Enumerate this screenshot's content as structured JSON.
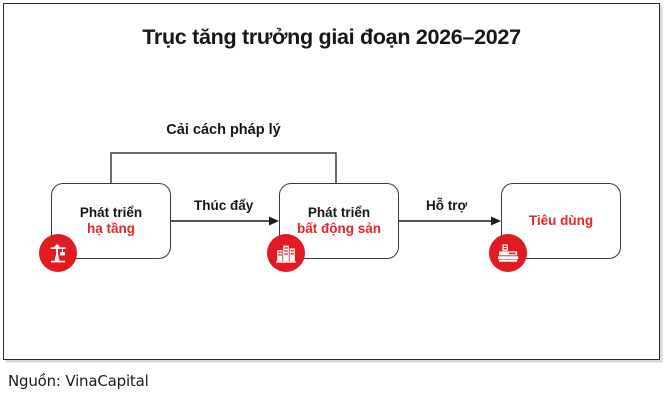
{
  "card": {
    "title": "Trục tăng trưởng giai đoạn 2026–2027",
    "source": "Nguồn: VinaCapital",
    "accent_color": "#E8232A",
    "badge_color": "#E21B22",
    "text_color": "#161616",
    "border_color": "#2b2b2b"
  },
  "diagram": {
    "type": "flow",
    "nodes": [
      {
        "id": "infrastructure",
        "line1": "Phát triển",
        "line2": "hạ tầng",
        "line1_color": "dark",
        "line2_color": "accent",
        "icon": "crane-icon"
      },
      {
        "id": "realestate",
        "line1": "Phát triển",
        "line2": "bất động sản",
        "line1_color": "dark",
        "line2_color": "accent",
        "icon": "buildings-icon"
      },
      {
        "id": "consumption",
        "line1": "",
        "line2": "Tiêu dùng",
        "line1_color": "dark",
        "line2_color": "accent",
        "icon": "cash-register-icon"
      }
    ],
    "edges": [
      {
        "id": "edge-1",
        "from": "infrastructure",
        "to": "realestate",
        "label": "Thúc đẩy"
      },
      {
        "id": "edge-2",
        "from": "realestate",
        "to": "consumption",
        "label": "Hỗ trợ"
      },
      {
        "id": "edge-bracket",
        "from": "infrastructure",
        "to": "realestate",
        "label": "Cải cách pháp lý"
      }
    ]
  }
}
